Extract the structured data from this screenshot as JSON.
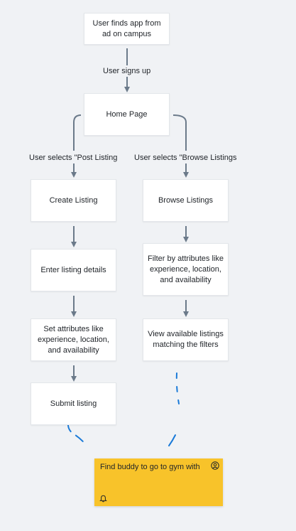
{
  "nodes": {
    "found_ad": "User finds app from ad on campus",
    "home": "Home Page",
    "create_listing": "Create Listing",
    "enter_details": "Enter listing details",
    "set_attributes": "Set attributes like experience, location, and availability",
    "submit_listing": "Submit listing",
    "browse_listings": "Browse Listings",
    "filter_attributes": "Filter by attributes like experience, location, and availability",
    "view_listings": "View available listings matching the filters"
  },
  "edge_labels": {
    "signs_up": "User signs up",
    "selects_post": "User selects \"Post Listing",
    "selects_browse": "User selects \"Browse Listings"
  },
  "sticky_note": {
    "text": "Find buddy to go to gym with",
    "color": "#f8c32a",
    "icons": [
      "user-circle-icon",
      "bell-icon"
    ]
  },
  "colors": {
    "connector": "#6b7a8a",
    "annotation_stroke": "#1a7ad8",
    "canvas": "#f0f2f5"
  }
}
